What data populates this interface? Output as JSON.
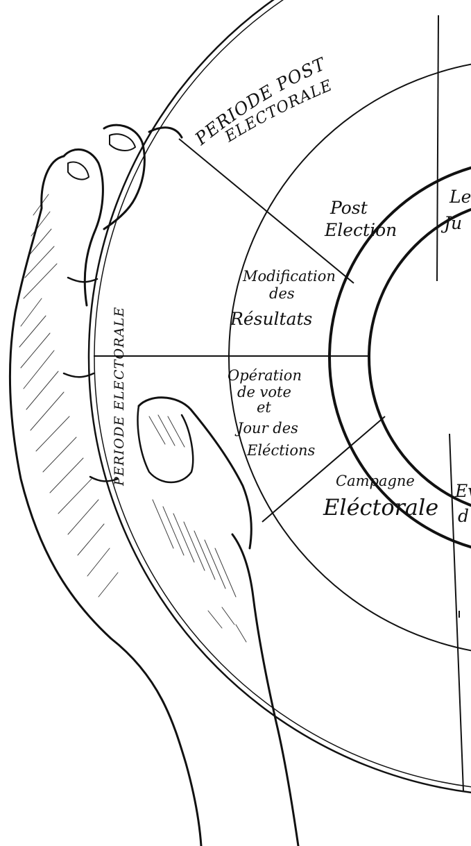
{
  "diagram": {
    "ring_outer": {
      "post_period_line1": "PERIODE POST",
      "post_period_line2": "ELECTORALE",
      "electoral_period": "PERIODE ELECTORALE"
    },
    "segments": {
      "post_election_1": "Post",
      "post_election_2": "Election",
      "modification_1": "Modification",
      "modification_2": "des",
      "modification_3": "Résultats",
      "vote_1": "Opération",
      "vote_2": "de vote",
      "vote_3": "et",
      "vote_4": "Jour des",
      "vote_5": "Eléctions",
      "campaign_1": "Campagne",
      "campaign_2": "Eléctorale",
      "partial_right_top_1": "Le",
      "partial_right_top_2": "Ju",
      "partial_right_bottom_1": "Ev",
      "partial_right_bottom_2": "d"
    },
    "colors": {
      "ink": "#111111",
      "paper": "#ffffff"
    }
  }
}
